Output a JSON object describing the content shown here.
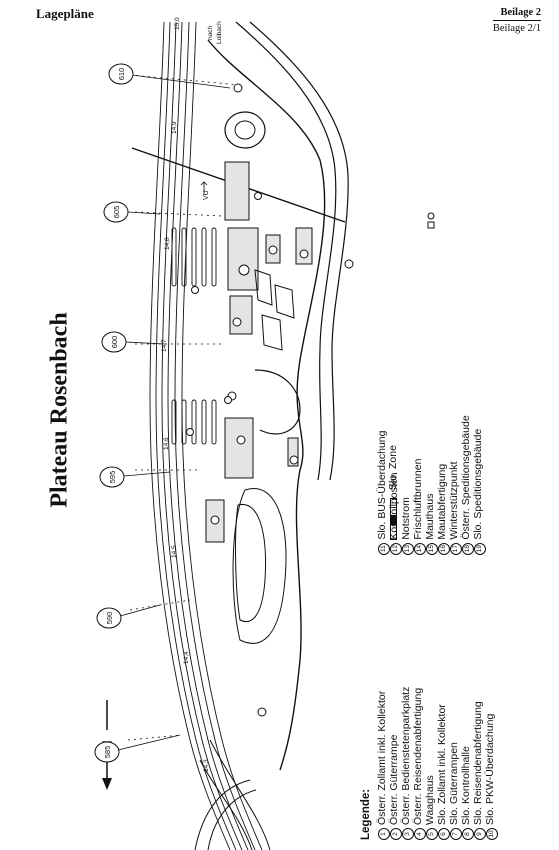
{
  "header": {
    "left": "Lagepläne",
    "beilage": "Beilage 2",
    "beilage_sub": "Beilage 2/1"
  },
  "title": "Plateau Rosenbach",
  "north_label": "N",
  "markers": [
    "610",
    "605",
    "600",
    "595",
    "590",
    "585"
  ],
  "km_labels": [
    "15,0",
    "14,9",
    "14,8",
    "14,7",
    "14,6",
    "14,5",
    "14,4",
    "14,3"
  ],
  "map_text": {
    "nach": "nach",
    "place": "Loibach",
    "direction": "VU"
  },
  "legend": {
    "heading": "Legende:",
    "col1": [
      {
        "n": "1",
        "t": "Österr. Zollamt inkl. Kollektor"
      },
      {
        "n": "2",
        "t": "Österr. Güterrampe"
      },
      {
        "n": "3",
        "t": "Österr. Bediensteten­parkplatz"
      },
      {
        "n": "4",
        "t": "Österr. Reisendenabfertigung"
      },
      {
        "n": "5",
        "t": "Waaghaus"
      },
      {
        "n": "6",
        "t": "Slo. Zollamt inkl. Kollektor"
      },
      {
        "n": "7",
        "t": "Slo. Güterrampen"
      },
      {
        "n": "8",
        "t": "Slo. Kontrollhalle"
      },
      {
        "n": "9",
        "t": "Slo. Reisendenabfertigung"
      },
      {
        "n": "10",
        "t": "Slo. PKW-Überdachung"
      }
    ],
    "col2": [
      {
        "n": "11",
        "t": "Slo. BUS-Überdachung"
      },
      {
        "n": "12",
        "t": "Kontrollposten"
      },
      {
        "n": "13",
        "t": "Notstrom"
      },
      {
        "n": "14",
        "t": "Frischluftbrunnen"
      },
      {
        "n": "15",
        "t": "Mauthaus"
      },
      {
        "n": "16",
        "t": "Mautabfertigung"
      },
      {
        "n": "17",
        "t": "Winterstützpunkt"
      },
      {
        "n": "18",
        "t": "Österr. Speditionsgebäude"
      },
      {
        "n": "19",
        "t": "Slo. Speditionsgebäude"
      }
    ]
  },
  "zone_label": "Slo. Zone"
}
